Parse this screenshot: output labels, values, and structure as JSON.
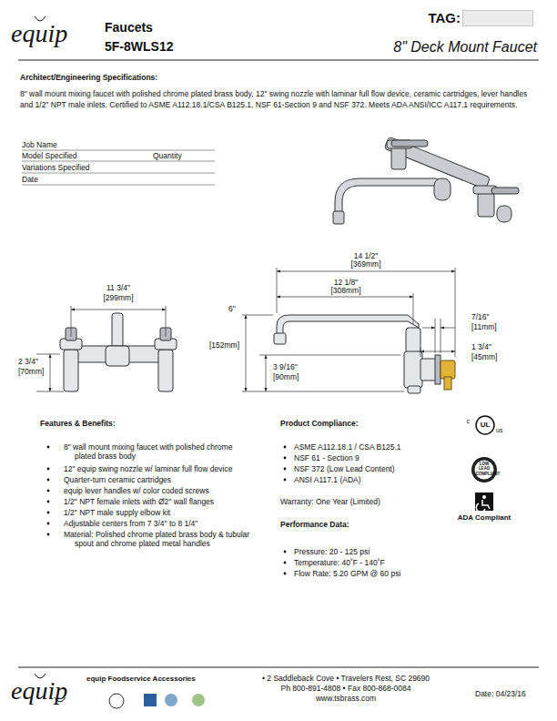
{
  "diagram": {
    "title": "Faucets",
    "nodes": [
      {
        "text": [
          "TAG:"
        ]
      }
    ],
    "labels": [
      "equip",
      "5F-8WLS12",
      "8\" Deck Mount Faucet",
      "Architect/Engineering Specifications:",
      "8\" wall mount mixing faucet with polished chrome plated brass body, 12\" swing nozzle with laminar full flow device, ceramic cartridges, lever handles and 1/2\" NPT male inlets. Certified to ASME A112.18.1/CSA B125.1, NSF 61-Section 9 and NSF 372. Meets ADA ANSI/ICC A117.1 requirements.",
      "Job Name",
      "Model Specified",
      "Quantity",
      "Variations Specified",
      "Date",
      "11 3/4\"",
      "[299mm]",
      "2 3/4\"",
      "[70mm]",
      "14 1/2\"",
      "[369mm]",
      "12 1/8\"",
      "[308mm]",
      "6\"",
      "[152mm]",
      "3 9/16\"",
      "[90mm]",
      "7/16\"",
      "[11mm]",
      "1 3/4\"",
      "[45mm]",
      "Features & Benefits:",
      "8\" wall mount mixing faucet with polished chrome plated brass body",
      "12\" equip swing nozzle w/ laminar full flow device",
      "Quarter-turn ceramic cartridges",
      "equip lever handles w/ color coded screws",
      "1/2\" NPT female inlets with Ø2\" wall flanges",
      "1/2\" NPT male supply elbow kit",
      "Adjustable centers from 7 3/4\" to 8 1/4\"",
      "Material: Polished chrome plated brass body & tubular spout and chrome plated metal handles",
      "Product Compliance:",
      "ASME A112.18.1 / CSA B125.1",
      "NSF 61 - Section 9",
      "NSF 372 (Low Lead Content)",
      "ANSI A117.1 (ADA)",
      "Warranty: One Year (Limited)",
      "Performance Data:",
      "Pressure: 20 - 125 psi",
      "Temperature: 40˚F - 140˚F",
      "Flow Rate: 5.20 GPM @ 60 psi",
      "c",
      "UL",
      "us",
      "LOW LEAD COMPLIANT",
      "ADA Compliant",
      "equip",
      "equip Foodservice Accessories",
      "• 2 Saddleback Cove • Travelers Rest, SC 29690",
      "Ph 800-891-4808 • Fax 800-868-0084",
      "www.tsbrass.com",
      "Date: 04/23/16"
    ]
  }
}
